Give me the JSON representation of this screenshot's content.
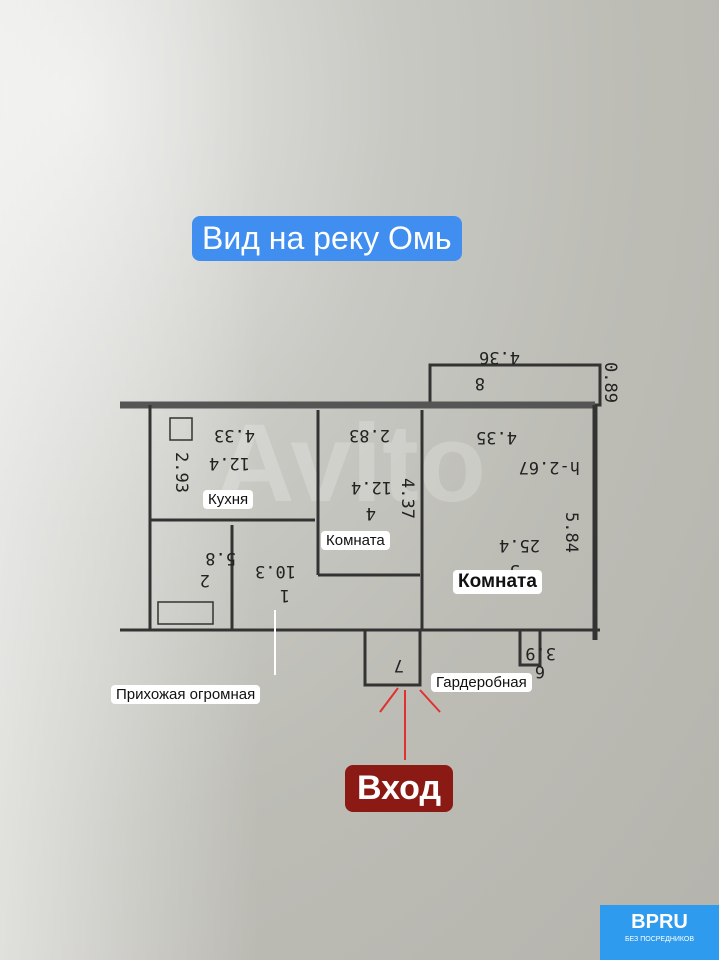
{
  "title": "Вид на реку Омь",
  "labels": {
    "kitchen": "Кухня",
    "room_small": "Комната",
    "room_large": "Комната",
    "hallway": "Прихожая огромная",
    "wardrobe": "Гардеробная",
    "entrance": "Вход"
  },
  "plan_numbers": {
    "balcony_width": "4.36",
    "balcony_depth": "0.89",
    "balcony_no": "8",
    "kitchen_width": "4.33",
    "kitchen_depth": "2.93",
    "kitchen_area": "12.4",
    "room4_width": "2.83",
    "room4_depth": "4.37",
    "room4_area": "12.4",
    "room4_no": "4",
    "room5_width": "4.35",
    "height": "h-2.67",
    "room5_area": "25.4",
    "room5_no": "5",
    "room5_depth": "5.84",
    "bath_area": "5.8",
    "bath_no": "2",
    "hall_area": "10.3",
    "hall_no": "1",
    "wardrobe_no": "7",
    "closet_area": "3.9",
    "closet_no": "6"
  },
  "watermark": "Avito",
  "badge": {
    "brand": "BPRU",
    "tagline": "БЕЗ ПОСРЕДНИКОВ"
  }
}
